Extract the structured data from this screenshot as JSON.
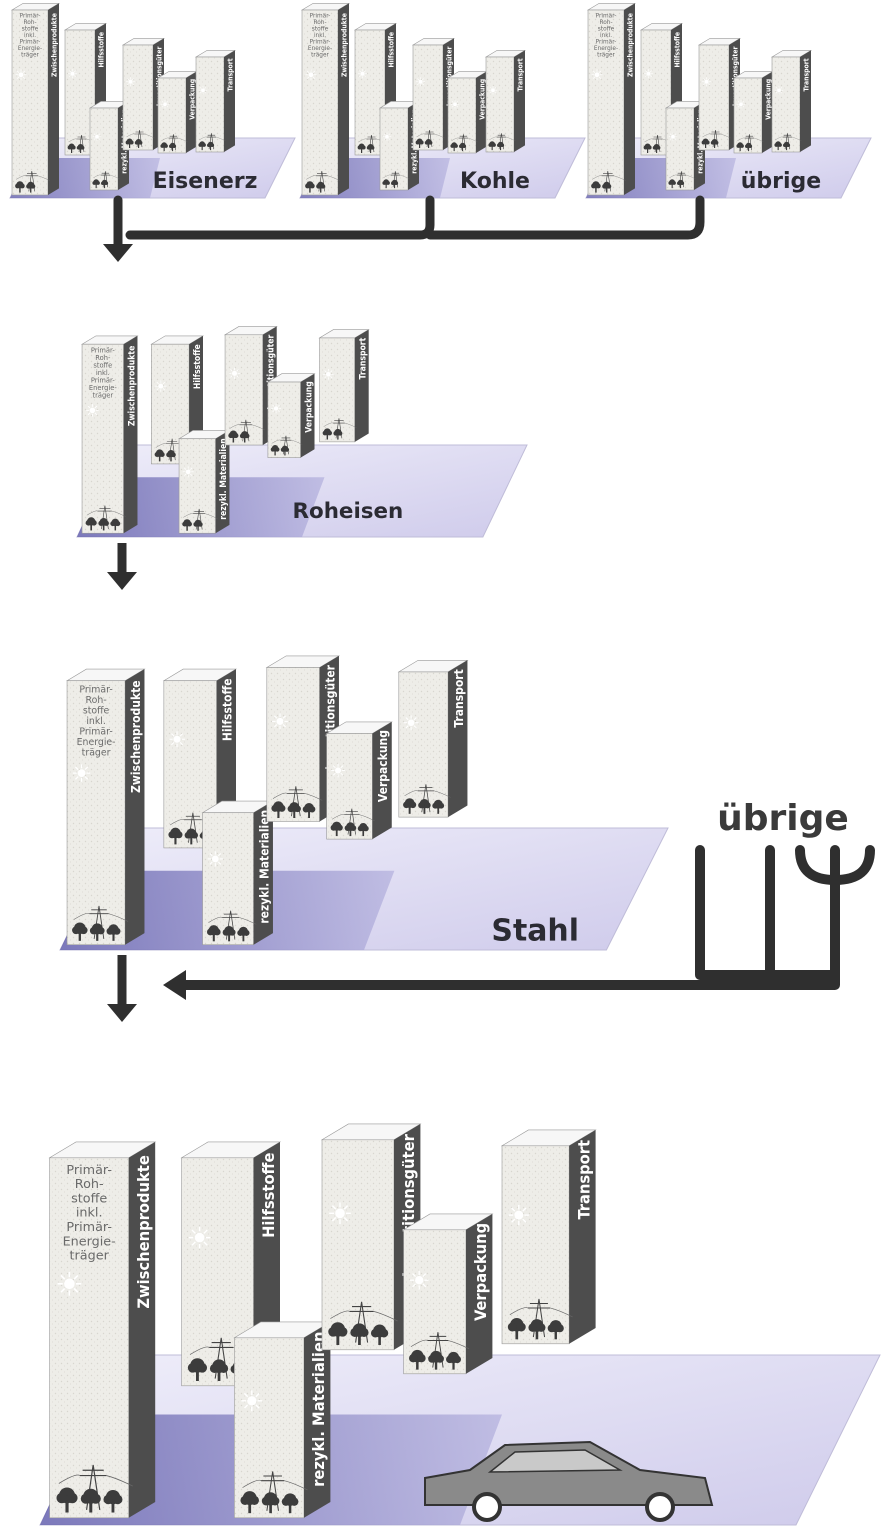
{
  "colors": {
    "platform": "#d9d6ee",
    "platform_shadow": "#6f6cb6",
    "pipe": "#2f2f2f",
    "box_front": "#ecebe6",
    "box_side": "#4d4d4d",
    "box_top": "#f7f7f7",
    "tree": "#3c3c3c",
    "car": "#8a8a8a"
  },
  "box_labels": {
    "primary_front": [
      "Primär-",
      "Roh-",
      "stoffe",
      "inkl.",
      "Primär-",
      "Energie-",
      "träger"
    ],
    "zwischenprodukte": "Zwischenprodukte",
    "hilfsstoffe": "Hilfsstoffe",
    "rezykl": "rezykl. Materialien",
    "investitionsgueter": "Investitionsgüter",
    "verpackung": "Verpackung",
    "transport": "Transport"
  },
  "top_row": [
    {
      "label": "Eisenerz",
      "icon": "ore-platform"
    },
    {
      "label": "Kohle",
      "icon": "coal-platform"
    },
    {
      "label": "übrige",
      "icon": "other-platform"
    }
  ],
  "stages": [
    {
      "label": "Roheisen"
    },
    {
      "label": "Stahl"
    },
    {
      "label": ""
    }
  ],
  "side_input": {
    "label": "übrige"
  },
  "icons": [
    "tree-icon",
    "power-pylon-icon",
    "sun-icon",
    "car-icon",
    "arrow-down-icon"
  ]
}
